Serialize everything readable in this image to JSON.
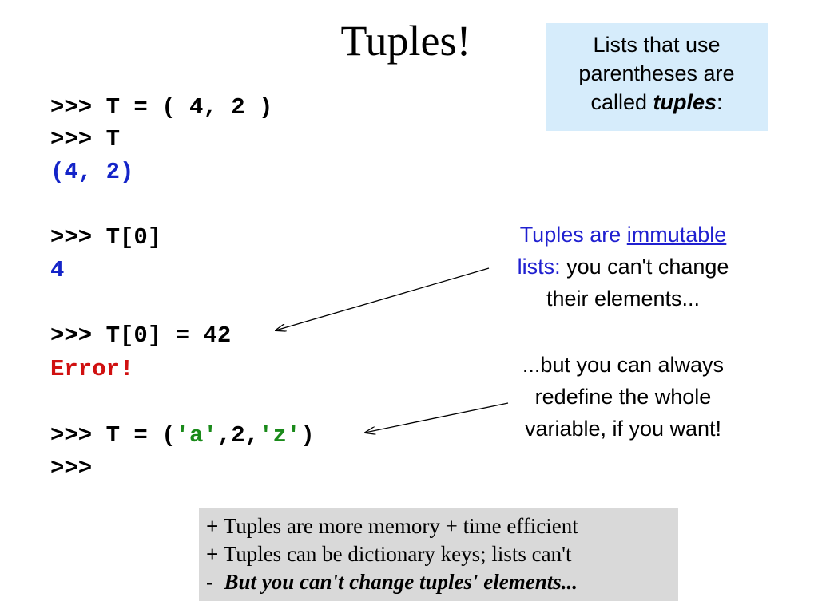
{
  "title": "Tuples!",
  "callout": {
    "line1": "Lists that use",
    "line2": "parentheses are",
    "line3_prefix": "called ",
    "line3_bold": "tuples",
    "line3_suffix": ":"
  },
  "code": {
    "l1": ">>> T = ( 4, 2 )",
    "l2": ">>> T",
    "l3": "(4, 2)",
    "l4": ">>> T[0]",
    "l5": "4",
    "l6": ">>> T[0] = 42",
    "l7": "Error!",
    "l8_a": ">>> T = (",
    "l8_b": "'a'",
    "l8_c": ",2,",
    "l8_d": "'z'",
    "l8_e": ")",
    "l9": ">>>"
  },
  "note_immutable": {
    "a": "Tuples are ",
    "b": "immutable",
    "c": "lists:",
    "d": " you can't change",
    "e": "their elements..."
  },
  "note_redefine": {
    "l1": "...but you can always",
    "l2": "redefine the whole",
    "l3": "variable, if you want!"
  },
  "summary": {
    "l1_sym": "+",
    "l1": " Tuples are more memory + time efficient",
    "l2_sym": "+",
    "l2": " Tuples can be dictionary keys; lists can't",
    "l3_sym": "-",
    "l3": "But you can't change tuples' elements..."
  },
  "colors": {
    "output_blue": "#1424c8",
    "error_red": "#d01010",
    "string_green": "#1a8a1a",
    "callout_bg": "#d6ecfb",
    "summary_bg": "#d9d9d9"
  }
}
